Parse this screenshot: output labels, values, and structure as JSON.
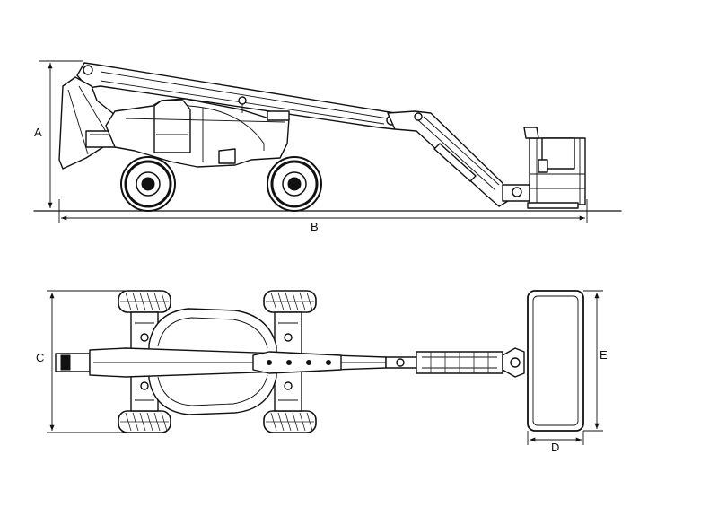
{
  "dimension_labels": {
    "a": "A",
    "b": "B",
    "c": "C",
    "d": "D",
    "e": "E"
  },
  "views": [
    "side-view",
    "top-view"
  ],
  "colors": {
    "line": "#111111",
    "background": "#ffffff"
  }
}
